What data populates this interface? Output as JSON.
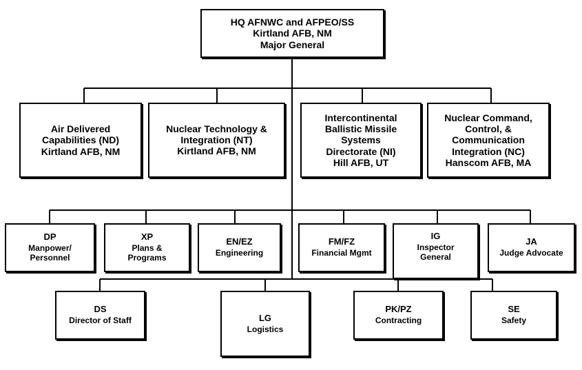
{
  "hq": {
    "line1": "HQ AFNWC and AFPEO/SS",
    "line2": "Kirtland AFB, NM",
    "line3": "Major General"
  },
  "directorates": [
    {
      "lines": [
        "Air Delivered",
        "Capabilities (ND)",
        "Kirtland AFB, NM"
      ]
    },
    {
      "lines": [
        "Nuclear Technology &",
        "Integration (NT)",
        "Kirtland AFB, NM"
      ]
    },
    {
      "lines": [
        "Intercontinental",
        "Ballistic Missile",
        "Systems",
        "Directorate (NI)",
        "Hill AFB, UT"
      ]
    },
    {
      "lines": [
        "Nuclear Command,",
        "Control, &",
        "Communication",
        "Integration (NC)",
        "Hanscom AFB, MA"
      ]
    }
  ],
  "staff_row1": [
    {
      "code": "DP",
      "name_lines": [
        "Manpower/",
        "Personnel"
      ]
    },
    {
      "code": "XP",
      "name_lines": [
        "Plans &",
        "Programs"
      ]
    },
    {
      "code": "",
      "name_lines": [
        "EN/EZ",
        "Engineering"
      ]
    },
    {
      "code": "",
      "name_lines": [
        "FM/FZ",
        "Financial Mgmt"
      ]
    },
    {
      "code": "IG",
      "name_lines": [
        "Inspector",
        "General"
      ]
    },
    {
      "code": "JA",
      "name_lines": [
        "Judge Advocate"
      ]
    }
  ],
  "staff_row2": [
    {
      "code": "DS",
      "name_lines": [
        "Director of Staff"
      ]
    },
    {
      "code": "LG",
      "name_lines": [
        "Logistics"
      ]
    },
    {
      "code": "",
      "name_lines": [
        "PK/PZ",
        "Contracting"
      ]
    },
    {
      "code": "SE",
      "name_lines": [
        "Safety"
      ]
    }
  ]
}
